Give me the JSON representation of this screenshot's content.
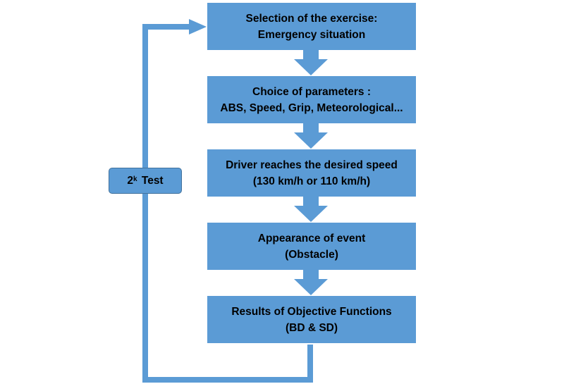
{
  "colors": {
    "box_fill": "#5b9bd5",
    "loop_line": "#5b9bd5",
    "label_border": "#41719c",
    "text": "#000000"
  },
  "steps": [
    {
      "line1": "Selection of the exercise:",
      "line2": "Emergency situation"
    },
    {
      "line1": "Choice of parameters :",
      "line2": "ABS, Speed, Grip, Meteorological..."
    },
    {
      "line1": "Driver reaches the desired speed",
      "line2": "(130 km/h or 110 km/h)"
    },
    {
      "line1": "Appearance of event",
      "line2": "(Obstacle)"
    },
    {
      "line1": "Results of Objective Functions",
      "line2": "(BD & SD)"
    }
  ],
  "loop_label": {
    "base": "2",
    "exponent": "k",
    "text": "Test"
  }
}
